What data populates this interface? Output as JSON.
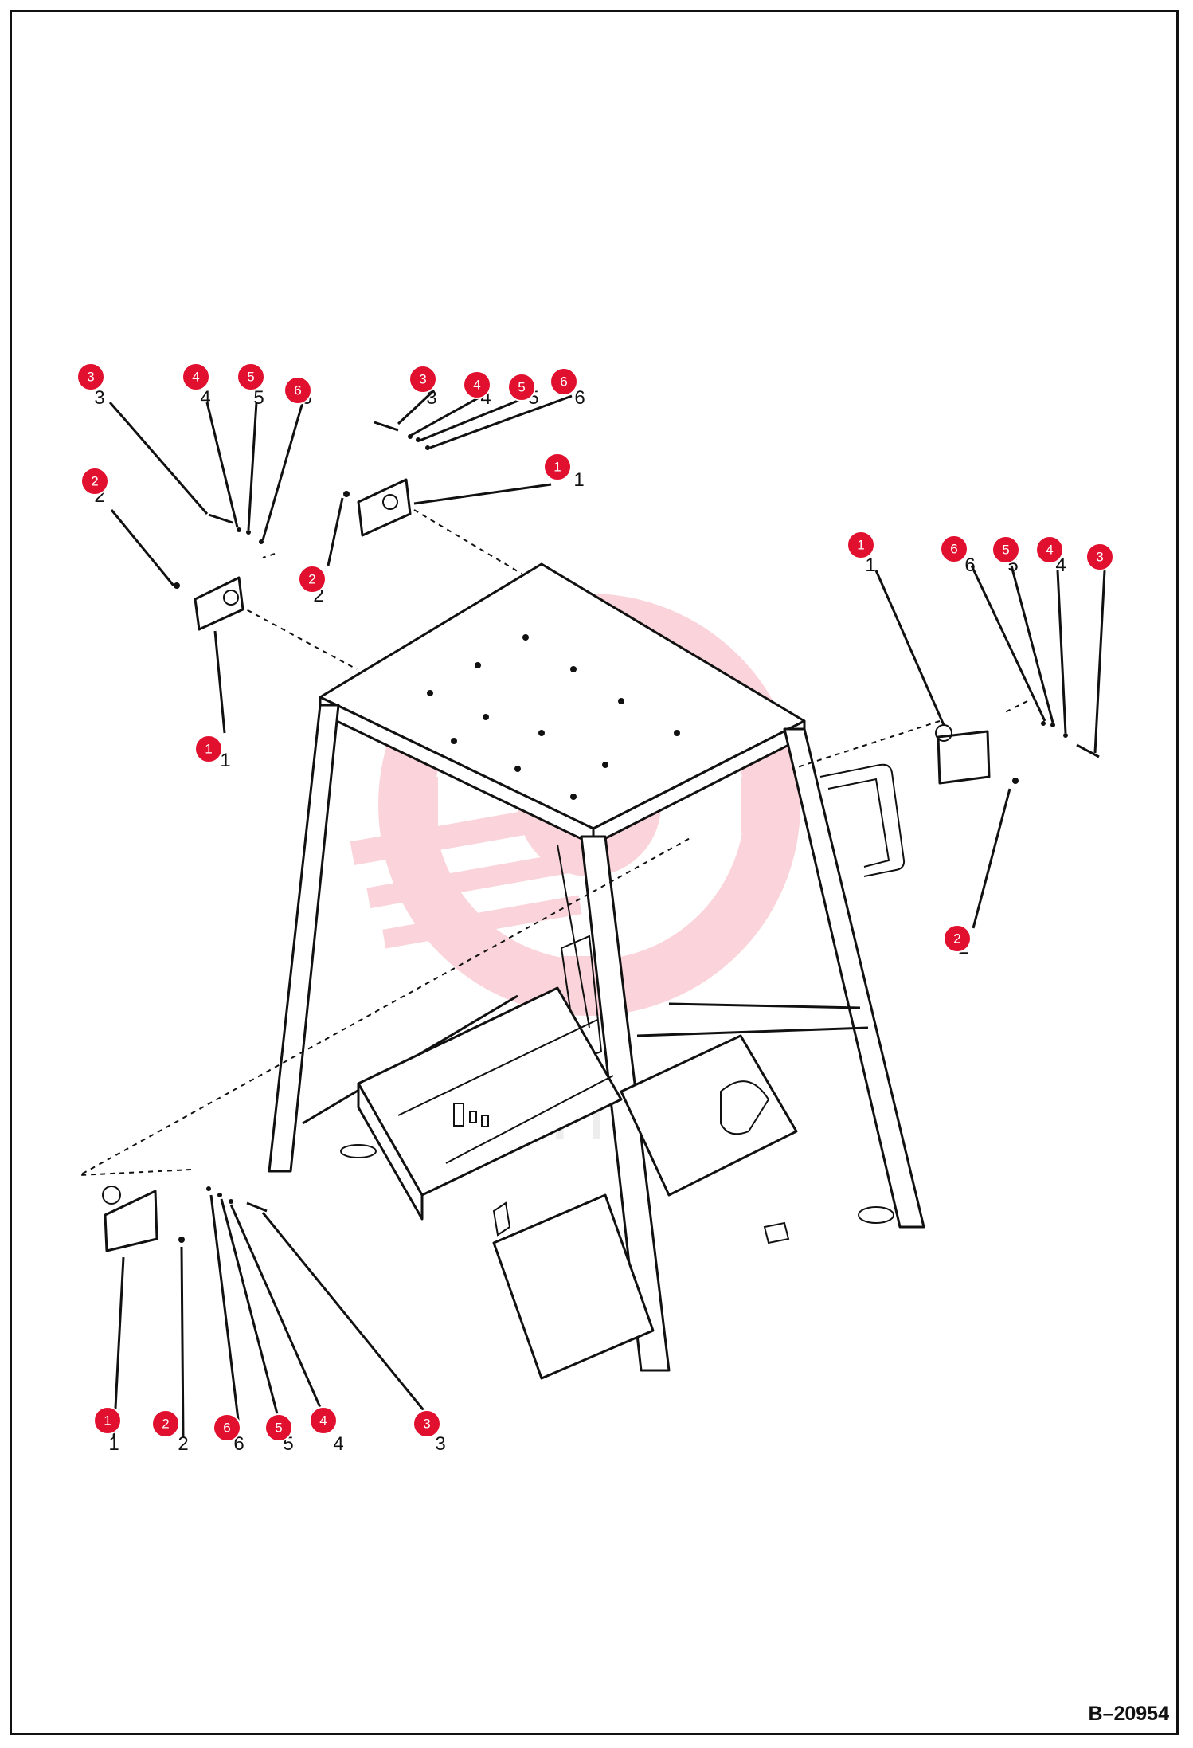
{
  "drawing_number": "B–20954",
  "watermark_text": "IHHFX",
  "callout_color": "#e0102e",
  "callouts": [
    {
      "id": "1"
    },
    {
      "id": "2"
    },
    {
      "id": "3"
    },
    {
      "id": "4"
    },
    {
      "id": "5"
    },
    {
      "id": "6"
    }
  ]
}
